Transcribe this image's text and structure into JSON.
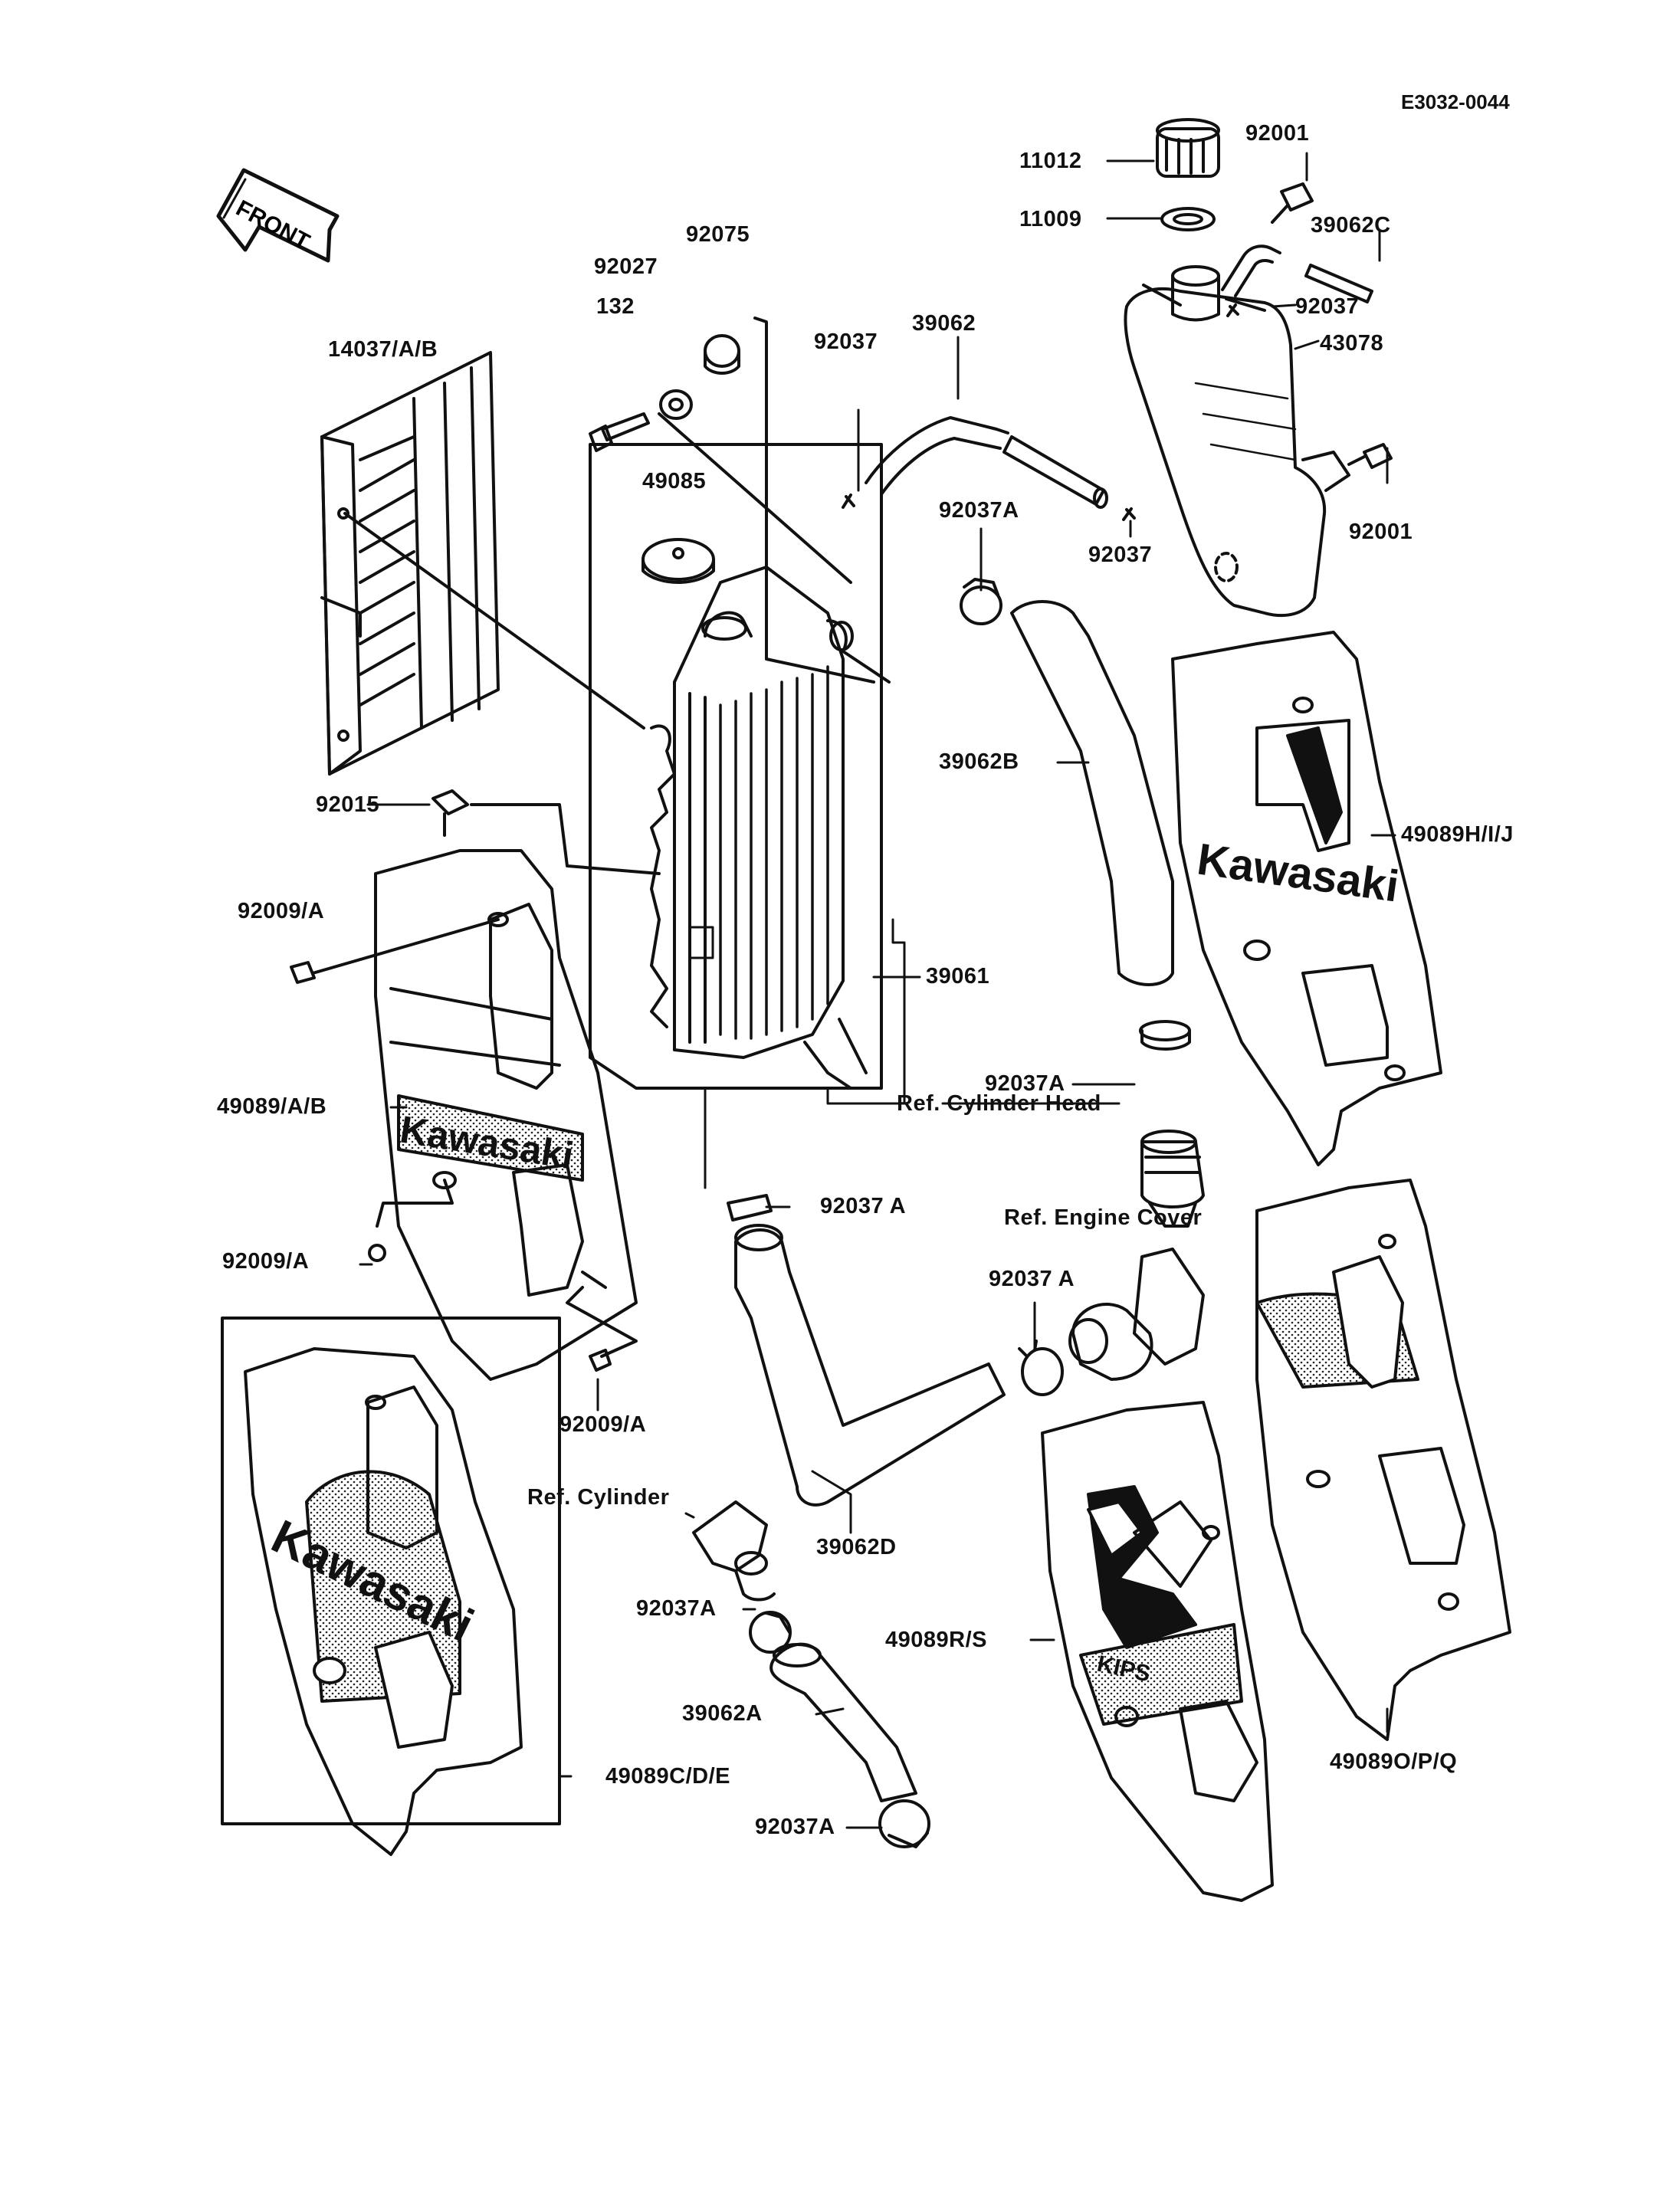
{
  "diagram_id": "E3032-0044",
  "front_label": "FRONT",
  "brand_text": "Kawasaki",
  "brand_text_short": "KIPS",
  "labels": [
    {
      "id": "l-11012",
      "text": "11012"
    },
    {
      "id": "l-92001a",
      "text": "92001"
    },
    {
      "id": "l-11009",
      "text": "11009"
    },
    {
      "id": "l-39062c",
      "text": "39062C"
    },
    {
      "id": "l-92037c",
      "text": "92037"
    },
    {
      "id": "l-43078",
      "text": "43078"
    },
    {
      "id": "l-92075",
      "text": "92075"
    },
    {
      "id": "l-92027",
      "text": "92027"
    },
    {
      "id": "l-132",
      "text": "132"
    },
    {
      "id": "l-39062",
      "text": "39062"
    },
    {
      "id": "l-92037a",
      "text": "92037"
    },
    {
      "id": "l-14037",
      "text": "14037/A/B"
    },
    {
      "id": "l-49085",
      "text": "49085"
    },
    {
      "id": "l-92037A1",
      "text": "92037A"
    },
    {
      "id": "l-92037b",
      "text": "92037"
    },
    {
      "id": "l-92001b",
      "text": "92001"
    },
    {
      "id": "l-39062B",
      "text": "39062B"
    },
    {
      "id": "l-49089HIJ",
      "text": "49089H/I/J"
    },
    {
      "id": "l-92015",
      "text": "92015"
    },
    {
      "id": "l-92009A1",
      "text": "92009/A"
    },
    {
      "id": "l-39061",
      "text": "39061"
    },
    {
      "id": "l-92037A2",
      "text": "92037A"
    },
    {
      "id": "l-refhead",
      "text": "Ref. Cylinder Head"
    },
    {
      "id": "l-49089AB",
      "text": "49089/A/B"
    },
    {
      "id": "l-92037A3",
      "text": "92037 A"
    },
    {
      "id": "l-refengine",
      "text": "Ref. Engine Cover"
    },
    {
      "id": "l-92009A2",
      "text": "92009/A"
    },
    {
      "id": "l-92037A4",
      "text": "92037 A"
    },
    {
      "id": "l-92009A3",
      "text": "92009/A"
    },
    {
      "id": "l-refcyl",
      "text": "Ref. Cylinder"
    },
    {
      "id": "l-39062D",
      "text": "39062D"
    },
    {
      "id": "l-92037A5",
      "text": "92037A"
    },
    {
      "id": "l-49089RS",
      "text": "49089R/S"
    },
    {
      "id": "l-39062A",
      "text": "39062A"
    },
    {
      "id": "l-49089CDE",
      "text": "49089C/D/E"
    },
    {
      "id": "l-49089OPQ",
      "text": "49089O/P/Q"
    },
    {
      "id": "l-92037A6",
      "text": "92037A"
    }
  ]
}
